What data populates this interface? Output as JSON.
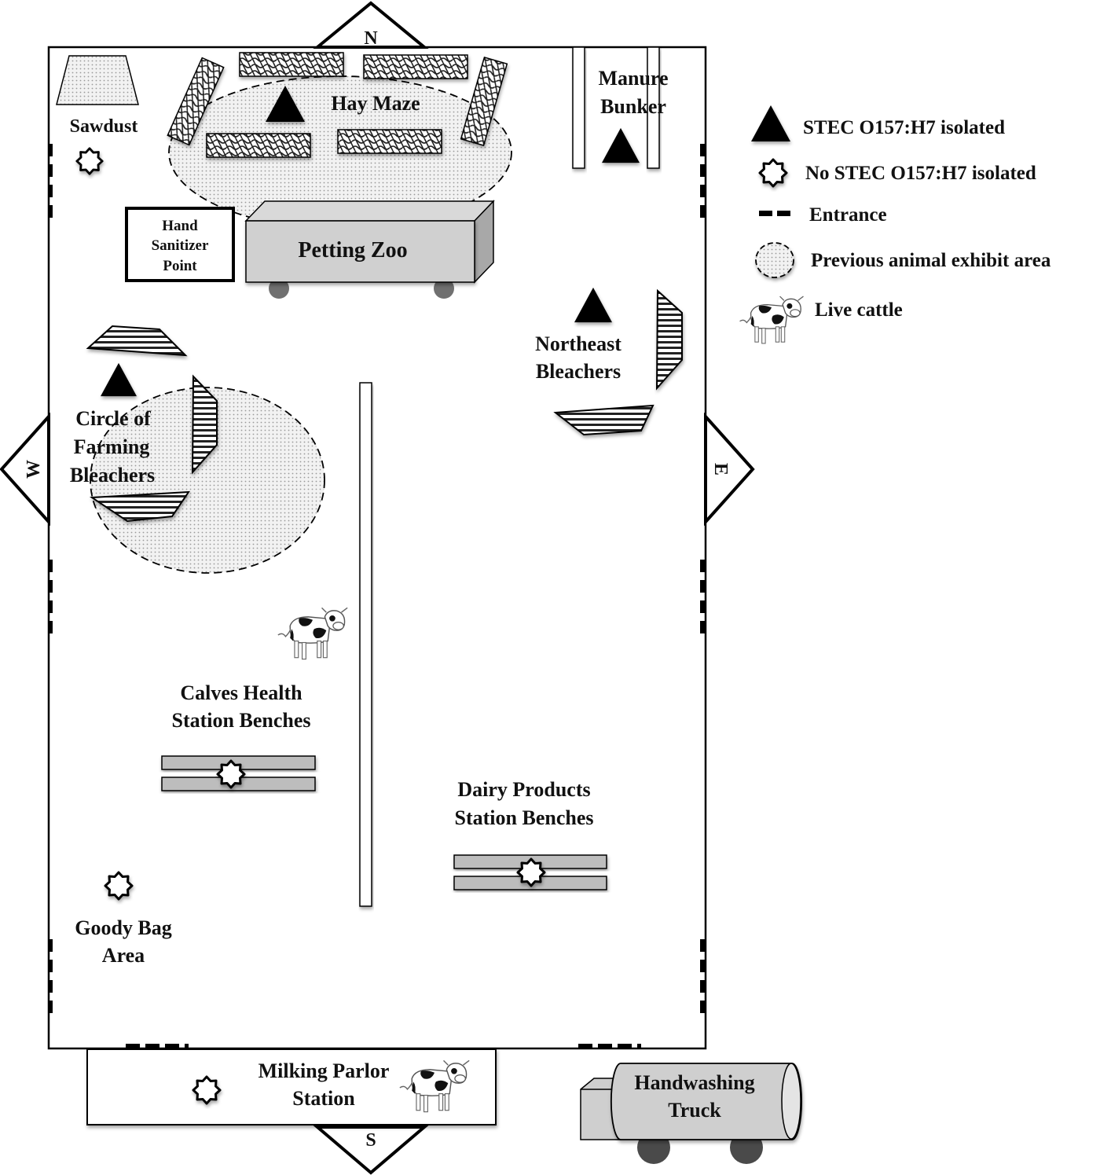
{
  "compass": {
    "north": "N",
    "south": "S",
    "east": "E",
    "west": "W"
  },
  "areas": {
    "sawdust": "Sawdust",
    "hay_maze": "Hay Maze",
    "manure_bunker": [
      "Manure",
      "Bunker"
    ],
    "hand_sanitizer": [
      "Hand",
      "Sanitizer",
      "Point"
    ],
    "petting_zoo": "Petting Zoo",
    "northeast_bleachers": [
      "Northeast",
      "Bleachers"
    ],
    "circle_of_farming": [
      "Circle of",
      "Farming",
      "Bleachers"
    ],
    "calves_health": [
      "Calves Health",
      "Station Benches"
    ],
    "dairy_products": [
      "Dairy Products",
      "Station Benches"
    ],
    "goody_bag": [
      "Goody Bag",
      "Area"
    ],
    "milking_parlor": [
      "Milking Parlor",
      "Station"
    ],
    "handwashing_truck": [
      "Handwashing",
      "Truck"
    ]
  },
  "legend": {
    "items": [
      {
        "symbol": "filled-triangle",
        "label": "STEC O157:H7 isolated"
      },
      {
        "symbol": "eight-point-star",
        "label": "No STEC O157:H7 isolated"
      },
      {
        "symbol": "dashes",
        "label": "Entrance"
      },
      {
        "symbol": "dotted-dashed-oval",
        "label": "Previous animal exhibit area"
      },
      {
        "symbol": "cow",
        "label": "Live cattle"
      }
    ]
  },
  "samples": [
    {
      "location": "Hay Maze",
      "result": "STEC O157:H7 isolated"
    },
    {
      "location": "Manure Bunker",
      "result": "STEC O157:H7 isolated"
    },
    {
      "location": "Northeast Bleachers",
      "result": "STEC O157:H7 isolated"
    },
    {
      "location": "Circle of Farming Bleachers",
      "result": "STEC O157:H7 isolated"
    },
    {
      "location": "Sawdust",
      "result": "No STEC O157:H7 isolated"
    },
    {
      "location": "Calves Health Station Benches",
      "result": "No STEC O157:H7 isolated"
    },
    {
      "location": "Dairy Products Station Benches",
      "result": "No STEC O157:H7 isolated"
    },
    {
      "location": "Goody Bag Area",
      "result": "No STEC O157:H7 isolated"
    },
    {
      "location": "Milking Parlor Station",
      "result": "No STEC O157:H7 isolated"
    }
  ]
}
